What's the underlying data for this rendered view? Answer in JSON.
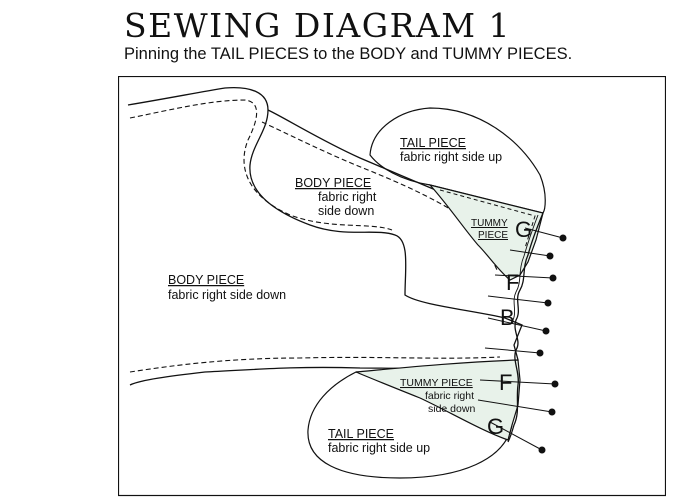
{
  "title": "SEWING DIAGRAM 1",
  "subtitle": "Pinning the TAIL PIECES to the BODY and TUMMY PIECES.",
  "labels": {
    "body_outer_name": "BODY PIECE",
    "body_outer_note": "fabric right side down",
    "body_inner_name": "BODY PIECE",
    "body_inner_note_1": "fabric right",
    "body_inner_note_2": "side down",
    "tail_top_name": "TAIL PIECE",
    "tail_top_note": "fabric right side up",
    "tummy_top_name_1": "TUMMY",
    "tummy_top_name_2": "PIECE",
    "tummy_bottom_name": "TUMMY PIECE",
    "tummy_bottom_note_1": "fabric right",
    "tummy_bottom_note_2": "side down",
    "tail_bottom_name": "TAIL PIECE",
    "tail_bottom_note": "fabric right side up"
  },
  "markers": {
    "g_top": "G",
    "f_top": "F",
    "b": "B",
    "f_bottom": "F",
    "g_bottom": "G"
  },
  "colors": {
    "tummy_fill": "#e8f2ea",
    "line": "#111111"
  }
}
